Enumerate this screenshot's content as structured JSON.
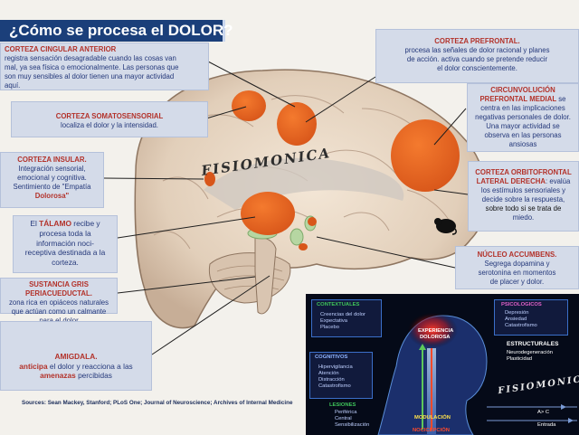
{
  "title": "¿Cómo se procesa el  DOLOR?",
  "watermark": "FISIOMONICA",
  "sources": "Sources: Sean Mackey, Stanford;  PLoS One;  Journal of Neuroscience; Archives of Internal Medicine",
  "colors": {
    "title_bg": "#1b3f7a",
    "box_bg": "#d4dbe9",
    "heading": "#b3322a",
    "text": "#24387a",
    "highlight": "#f4a640",
    "brain_region": "#e8621e"
  },
  "boxes": {
    "cingular": {
      "heading": "CORTEZA CINGULAR ANTERIOR",
      "lines": [
        "registra sensación desagradable cuando las cosas van",
        "mal, ya sea física o emocionalmente. Las personas que",
        "son muy sensibles al dolor tienen una mayor actividad",
        "aquí."
      ]
    },
    "somato": {
      "heading": "CORTEZA SOMATOSENSORIAL",
      "lines": [
        "localiza el dolor y la intensidad."
      ]
    },
    "insular": {
      "heading": "CORTEZA INSULAR.",
      "lines": [
        "Integración sensorial,",
        "emocional y cognitiva.",
        "Sentimiento de \"Empatía",
        "Dolorosa\""
      ]
    },
    "talamo": {
      "pre": "El ",
      "bold": "TÁLAMO",
      "post": " recibe y",
      "lines": [
        "procesa toda la",
        "información noci-",
        "receptiva destinada  a la",
        "corteza."
      ]
    },
    "sgp": {
      "heading": "SUSTANCIA GRIS",
      "heading2": "PERIACUEDUCTAL.",
      "lines": [
        "zona rica en opiáceos naturales",
        "que actúan como un calmante",
        "para el dolor"
      ]
    },
    "amigdala": {
      "heading": "AMIGDALA.",
      "line1_a": "anticipa",
      "line1_b": " el dolor y  reacciona a las",
      "line2_a": "amenazas",
      "line2_b": " percibidas"
    },
    "prefrontal": {
      "heading": "CORTEZA PREFRONTAL.",
      "lines": [
        "procesa las señales de dolor racional y planes",
        "de acción.  activa cuando se pretende  reducir",
        "el dolor  conscientemente."
      ]
    },
    "medial": {
      "heading": "CIRCUNVOLUCIÓN",
      "heading2a": "PREFRONTAL MEDIAL",
      "heading2b": " se",
      "lines": [
        "centra en las implicaciones",
        "negativas personales de dolor.",
        "Una mayor actividad se",
        "observa en las personas",
        "ansiosas"
      ]
    },
    "orbito": {
      "heading": "CORTEZA ORBITOFRONTAL",
      "heading2a": "LATERAL  DERECHA",
      "heading2b": ": evalúa",
      "lines": [
        "los estímulos sensoriales y",
        "decide sobre la respuesta,",
        "sobre todo si se trata de",
        "miedo."
      ]
    },
    "accumbens": {
      "heading": "NÚCLEO ACCUMBENS.",
      "lines": [
        "Segrega dopamina y",
        "serotonina en momentos",
        "de placer y dolor."
      ]
    }
  },
  "inset": {
    "contextuales": {
      "heading": "CONTEXTUALES",
      "items": [
        "Creencias del dolor",
        "Expectativa",
        "Placebo"
      ]
    },
    "psicologicos": {
      "heading": "PSICOLOGICOS",
      "items": [
        "Depresión",
        "Ansiedad",
        "Catastrofismo"
      ]
    },
    "experiencia": [
      "EXPERIENCIA",
      "DOLOROSA"
    ],
    "estructurales": {
      "heading": "ESTRUCTURALES",
      "items": [
        "Neurodegeneración",
        "Plasticidad"
      ]
    },
    "cognitivos": {
      "heading": "COGNITIVOS",
      "items": [
        "Hipervigilancia",
        "Atención",
        "Distracción",
        "Catastrofismo"
      ]
    },
    "lesiones": {
      "heading": "LESIONES",
      "items": [
        "Periférica",
        "Central",
        "Sensibilización"
      ]
    },
    "modulacion": "MODULACIÓN",
    "nocicepcion": "NOCICEPCIÓN",
    "legend_ab": "A> C",
    "legend_entrada": "Entrada"
  }
}
